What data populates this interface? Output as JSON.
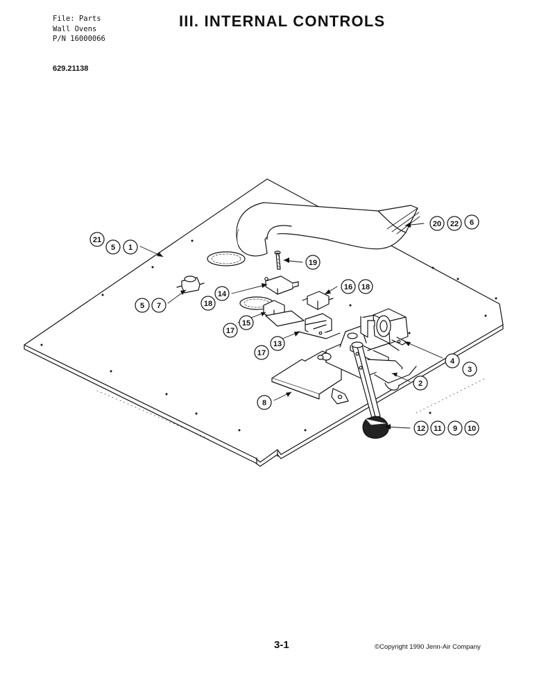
{
  "header": {
    "file_lines": [
      "File: Parts",
      "Wall Ovens",
      "P/N 16000066"
    ],
    "title": "III. INTERNAL CONTROLS",
    "model_number": "629.21138"
  },
  "footer": {
    "page_number": "3-1",
    "copyright": "©Copyright 1990 Jenn-Air Company"
  },
  "callouts": [
    {
      "id": "c21a",
      "text": "21"
    },
    {
      "id": "c5a",
      "text": "5"
    },
    {
      "id": "c1",
      "text": "1"
    },
    {
      "id": "c20",
      "text": "20"
    },
    {
      "id": "c22",
      "text": "22"
    },
    {
      "id": "c6",
      "text": "6"
    },
    {
      "id": "c19",
      "text": "19"
    },
    {
      "id": "c14",
      "text": "14"
    },
    {
      "id": "c18a",
      "text": "18"
    },
    {
      "id": "c16",
      "text": "16"
    },
    {
      "id": "c18b",
      "text": "18"
    },
    {
      "id": "c5b",
      "text": "5"
    },
    {
      "id": "c7",
      "text": "7"
    },
    {
      "id": "c17a",
      "text": "17"
    },
    {
      "id": "c15",
      "text": "15"
    },
    {
      "id": "c17b",
      "text": "17"
    },
    {
      "id": "c13",
      "text": "13"
    },
    {
      "id": "c4",
      "text": "4"
    },
    {
      "id": "c3",
      "text": "3"
    },
    {
      "id": "c2",
      "text": "2"
    },
    {
      "id": "c8",
      "text": "8"
    },
    {
      "id": "c12",
      "text": "12"
    },
    {
      "id": "c11",
      "text": "11"
    },
    {
      "id": "c9",
      "text": "9"
    },
    {
      "id": "c10",
      "text": "10"
    }
  ]
}
